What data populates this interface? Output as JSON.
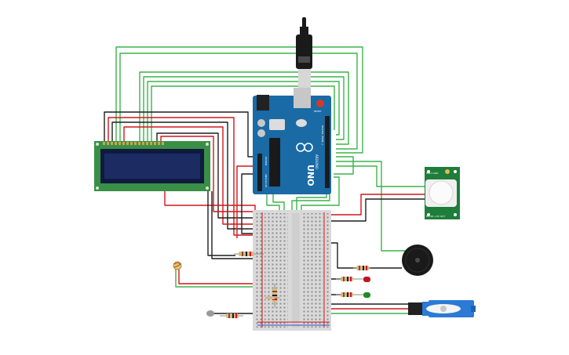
{
  "board": {
    "logo_text": "UNO",
    "brand_text": "ARDUINO",
    "reset_label": "RESET",
    "power_header_label": "POWER",
    "analog_header_label": "ANALOG IN",
    "digital_header_label": "DIGITAL (PWM~)"
  },
  "pir_sensor": {
    "top_label": "Hi/Lo  GND",
    "bottom_label": "HC-SR  +5V  OUT"
  },
  "colors": {
    "wire_green": "#3cb44b",
    "wire_red": "#d0161c",
    "wire_black": "#1e1e1e",
    "board_blue": "#1a6aa6",
    "lcd_green": "#3a8f47",
    "lcd_screen": "#1d2b63",
    "pcb_green": "#1f7d3c",
    "breadboard": "#d9d9d9",
    "servo_blue": "#2a7ad6",
    "led_red": "#c0161b",
    "led_green": "#1d8a22"
  },
  "components": [
    {
      "name": "Arduino Uno",
      "icon": "arduino-board-icon"
    },
    {
      "name": "LCD 16x2",
      "icon": "lcd-display-icon"
    },
    {
      "name": "Breadboard",
      "icon": "breadboard-icon"
    },
    {
      "name": "PIR motion sensor",
      "icon": "pir-sensor-icon"
    },
    {
      "name": "Piezo buzzer",
      "icon": "buzzer-icon"
    },
    {
      "name": "Micro servo",
      "icon": "servo-icon"
    },
    {
      "name": "Photoresistor",
      "icon": "photoresistor-icon"
    },
    {
      "name": "Red LED",
      "icon": "red-led-icon"
    },
    {
      "name": "Green LED",
      "icon": "green-led-icon"
    },
    {
      "name": "Temperature sensor",
      "icon": "temperature-sensor-icon"
    }
  ]
}
